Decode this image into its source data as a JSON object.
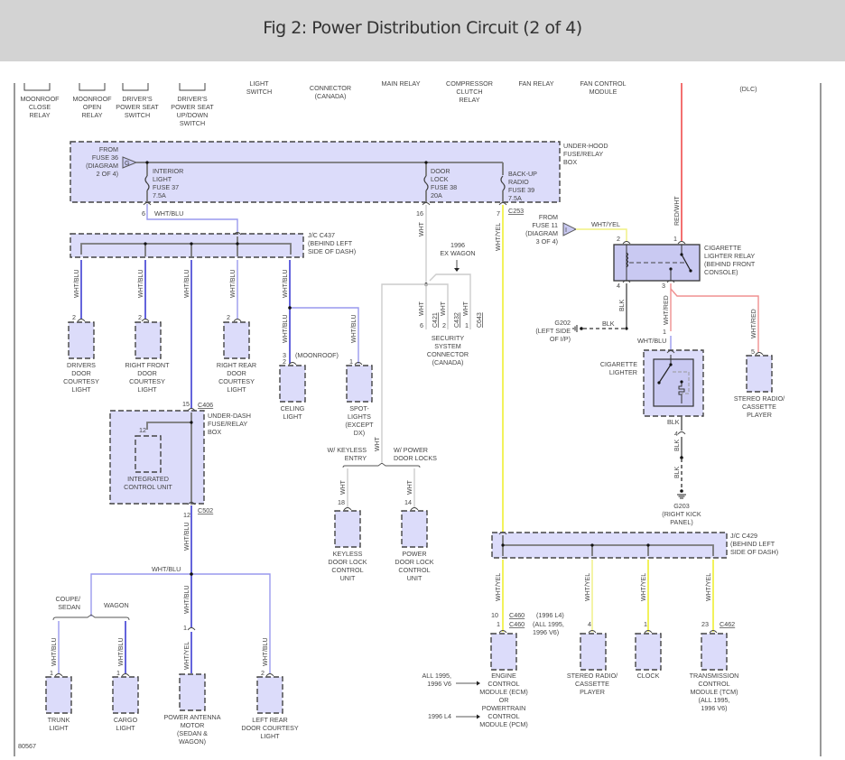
{
  "header": {
    "title": "Fig 2: Power Distribution Circuit (2 of 4)"
  },
  "figure_id": "80567",
  "top_labels": [
    "MOONROOF|CLOSE|RELAY",
    "MOONROOF|OPEN|RELAY",
    "DRIVER'S|POWER SEAT|SWITCH",
    "DRIVER'S|POWER SEAT|UP/DOWN|SWITCH",
    "LIGHT|SWITCH",
    "CONNECTOR|(CANADA)",
    "MAIN RELAY",
    "COMPRESSOR|CLUTCH|RELAY",
    "FAN RELAY",
    "FAN CONTROL|MODULE",
    "(DLC)"
  ],
  "underhood": {
    "name": "UNDER-HOOD|FUSE/RELAY|BOX",
    "from_fuse": "FROM|FUSE 36|(DIAGRAM|2 OF 4)",
    "input_tag": "G",
    "fuses": [
      {
        "label": "INTERIOR|LIGHT|FUSE 37|7.5A",
        "pin": "6",
        "wire": "WHT/BLU"
      },
      {
        "label": "DOOR|LOCK|FUSE 38|20A",
        "pin": "16",
        "wire": "WHT"
      },
      {
        "label": "BACK-UP|RADIO|FUSE 39|7.5A",
        "pin": "7",
        "connector": "C253",
        "wire": "WHT/YEL"
      }
    ]
  },
  "jc_c437": {
    "name": "J/C C437|(BEHIND LEFT|SIDE OF DASH)"
  },
  "jc_c429": {
    "name": "J/C C429|(BEHIND LEFT|SIDE OF DASH)"
  },
  "wire_labels": {
    "wht_blu": "WHT/BLU",
    "wht": "WHT",
    "wht_yel": "WHT/YEL",
    "wht_red": "WHT/RED",
    "red_wht": "RED/WHT",
    "blk": "BLK"
  },
  "components": {
    "drivers_door": {
      "label": "DRIVERS|DOOR|COURTESY|LIGHT",
      "pin": "2"
    },
    "right_front_door": {
      "label": "RIGHT FRONT|DOOR|COURTESY|LIGHT",
      "pin": "2"
    },
    "right_rear_door": {
      "label": "RIGHT REAR|DOOR|COURTESY|LIGHT",
      "pin": "2"
    },
    "ceiling_light": {
      "label": "CELING|LIGHT",
      "pin_a": "3",
      "pin_b": "2",
      "note": "(MOONROOF)"
    },
    "spot_lights": {
      "label": "SPOT-|LIGHTS|(EXCEPT|DX)",
      "pin": "1"
    },
    "underdash": {
      "label": "UNDER-DASH|FUSE/RELAY|BOX",
      "pin_in": "15",
      "conn_in": "C406",
      "pin_out": "12",
      "conn_out": "C502"
    },
    "icu": {
      "label": "INTEGRATED|CONTROL UNIT",
      "pin": "12"
    },
    "security": {
      "label": "SECURITY|SYSTEM|CONNECTOR|(CANADA)",
      "note": "1996|EX WAGON",
      "pins": [
        {
          "pin": "6",
          "conn": "C421"
        },
        {
          "pin": "2",
          "conn": "C432"
        },
        {
          "pin": "1",
          "conn": "C643"
        }
      ]
    },
    "keyless": {
      "label": "KEYLESS|DOOR LOCK|CONTROL|UNIT",
      "pin": "18",
      "branch": "W/ KEYLESS|ENTRY"
    },
    "power_lock": {
      "label": "POWER|DOOR LOCK|CONTROL|UNIT",
      "pin": "14",
      "branch": "W/ POWER|DOOR LOCKS"
    },
    "trunk": {
      "label": "TRUNK|LIGHT",
      "pin": "1",
      "branch": "COUPE/|SEDAN"
    },
    "cargo": {
      "label": "CARGO|LIGHT",
      "pin": "1",
      "branch": "WAGON"
    },
    "antenna": {
      "label": "POWER ANTENNA|MOTOR|(SEDAN &|WAGON)",
      "pin": "1"
    },
    "left_rear_door": {
      "label": "LEFT REAR|DOOR COURTESY|LIGHT",
      "pin": "2"
    },
    "cig_relay": {
      "label": "CIGARETTE|LIGHTER RELAY|(BEHIND FRONT|CONSOLE)",
      "pins": [
        "2",
        "1",
        "4",
        "3"
      ],
      "from_fuse": "FROM|FUSE 11|(DIAGRAM|3 OF 4)",
      "input_tag": "I"
    },
    "g202": {
      "label": "G202|(LEFT SIDE|OF I/P)"
    },
    "cig_lighter": {
      "label": "CIGARETTE|LIGHTER",
      "pin_in": "1",
      "pin_out": "4"
    },
    "stereo_top": {
      "label": "STEREO RADIO/|CASSETTE|PLAYER",
      "pin": "5"
    },
    "g203": {
      "label": "G203|(RIGHT KICK|PANEL)"
    },
    "ecm": {
      "label": "ENGINE|CONTROL|MODULE (ECM)|OR|POWERTRAIN|CONTROL|MODULE (PCM)",
      "pin_a": "10",
      "conn_a": "C460",
      "note_a": "(1996 L4)",
      "pin_b": "1",
      "conn_b": "C460",
      "note_b": "(ALL 1995,|1996 V6)",
      "arrow_a": "ALL 1995,|1996 V6",
      "arrow_b": "1996 L4"
    },
    "stereo_bottom": {
      "label": "STEREO RADIO/|CASSETTE|PLAYER",
      "pin": "4"
    },
    "clock": {
      "label": "CLOCK",
      "pin": "1"
    },
    "tcm": {
      "label": "TRANSMISSION|CONTROL|MODULE (TCM)|(ALL 1995,|1996 V6)",
      "pin": "23",
      "conn": "C462"
    }
  }
}
